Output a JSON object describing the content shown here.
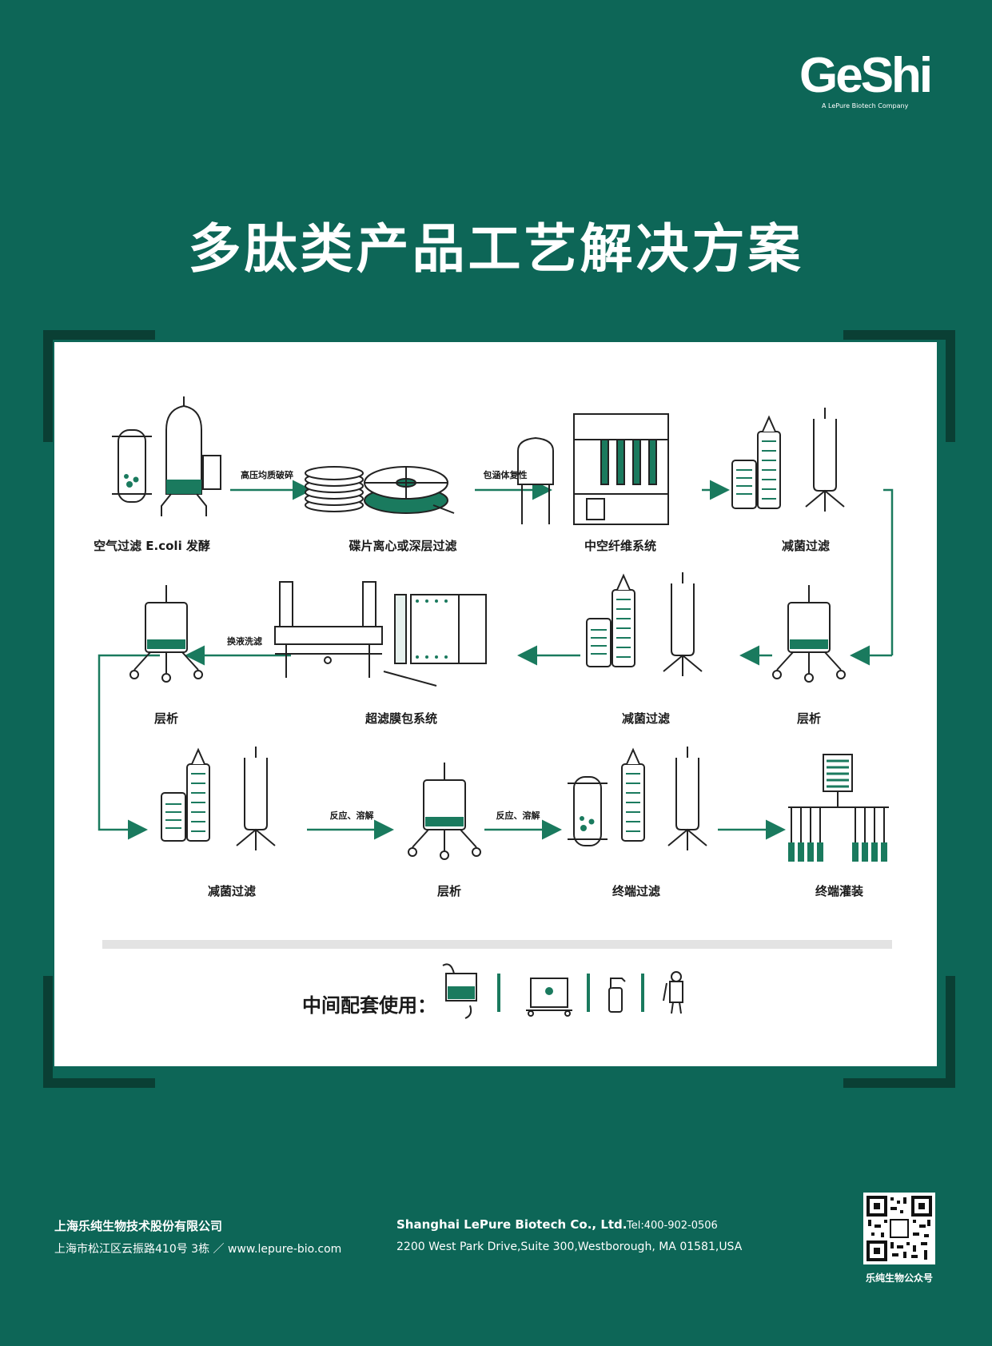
{
  "logo": {
    "text": "GeShi",
    "subtitle": "A LePure Biotech Company"
  },
  "title": "多肽类产品工艺解决方案",
  "steps": [
    {
      "label": "空气过滤 E.coli 发酵",
      "icon": "fermenter-icon"
    },
    {
      "label": "碟片离心或深层过滤",
      "icon": "disc-centrifuge-icon"
    },
    {
      "label": "中空纤维系统",
      "icon": "hollow-fiber-system-icon"
    },
    {
      "label": "减菌过滤",
      "icon": "filter-cartridge-icon"
    },
    {
      "label": "层析",
      "icon": "chromatography-column-icon"
    },
    {
      "label": "减菌过滤",
      "icon": "filter-cartridge-icon"
    },
    {
      "label": "超滤膜包系统",
      "icon": "ultrafiltration-cassette-icon"
    },
    {
      "label": "层析",
      "icon": "chromatography-column-icon"
    },
    {
      "label": "减菌过滤",
      "icon": "filter-cartridge-icon"
    },
    {
      "label": "层析",
      "icon": "chromatography-column-icon"
    },
    {
      "label": "终端过滤",
      "icon": "filter-cartridge-icon"
    },
    {
      "label": "终端灌装",
      "icon": "filling-manifold-icon"
    }
  ],
  "arrows": [
    "高压均质破碎",
    "包涵体复性",
    "换液洗滤",
    "反应、溶解",
    "反应、溶解"
  ],
  "auxiliary": {
    "label": "中间配套使用：",
    "icons": [
      "bioprocess-bag-icon",
      "mixing-cart-icon",
      "spray-bottle-icon",
      "cleanroom-suit-icon"
    ]
  },
  "footer": {
    "company_cn": "上海乐纯生物技术股份有限公司",
    "address_cn": "上海市松江区云振路410号 3栋 ／ www.lepure-bio.com",
    "company_en": "Shanghai LePure Biotech Co., Ltd.",
    "tel": "Tel:400-902-0506",
    "address_en": "2200 West Park Drive,Suite 300,Westborough, MA 01581,USA",
    "qr_label": "乐纯生物公众号"
  },
  "colors": {
    "background": "#0d6657",
    "accent": "#1a7a5e",
    "corner": "#0a3f34",
    "panel": "#ffffff"
  }
}
